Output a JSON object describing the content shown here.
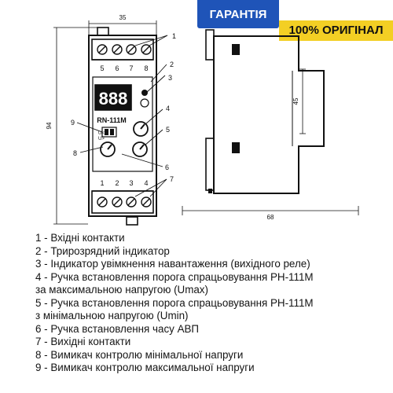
{
  "badges": {
    "guarantee": "ГАРАНТІЯ",
    "guarantee_stars": "★★★★★",
    "original": "100% ОРИГІНАЛ"
  },
  "diagram": {
    "model_label": "RN-111M",
    "display_digits": "888",
    "dim_width": "35",
    "dim_height": "94",
    "dim_depth": "68",
    "dim_depth_inner": "45",
    "top_terminal_numbers": [
      "5",
      "6",
      "7",
      "8"
    ],
    "bottom_terminal_numbers": [
      "1",
      "2",
      "3",
      "4"
    ],
    "switch_labels": [
      "U<",
      "U>"
    ],
    "callouts": [
      "1",
      "2",
      "3",
      "4",
      "5",
      "6",
      "7",
      "8",
      "9"
    ]
  },
  "legend": [
    {
      "line1": "1 - Вхідні контакти"
    },
    {
      "line1": "2 - Трирозрядний індикатор"
    },
    {
      "line1": "3 - Індикатор увімкнення навантаження (вихідного реле)"
    },
    {
      "line1": "4 - Ручка встановлення порога спрацьовування РН-111М",
      "line2": "за максимальною напругою (Umax)"
    },
    {
      "line1": "5 - Ручка встановлення порога спрацьовування РН-111М",
      "line2": "з мінімальною напругою (Umin)"
    },
    {
      "line1": "6 - Ручка встановлення часу АВП"
    },
    {
      "line1": "7 - Вихідні контакти"
    },
    {
      "line1": "8 - Вимикач контролю мінімальної напруги"
    },
    {
      "line1": "9 - Вимикач контролю максимальної напруги"
    }
  ]
}
